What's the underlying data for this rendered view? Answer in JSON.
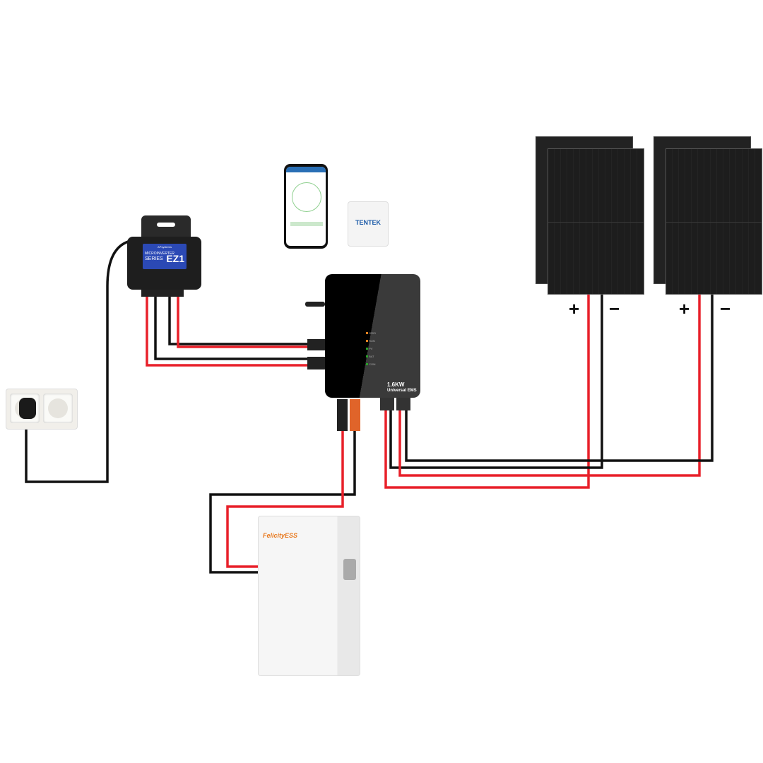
{
  "microinverter": {
    "brand": "APsystems",
    "series_line1": "MICROINVERTER",
    "series_line2": "SERIES",
    "model": "EZ1"
  },
  "ems": {
    "power": "1.6KW",
    "subtitle": "Universal EMS",
    "leds": [
      {
        "label": "GRID",
        "color": "#e08020"
      },
      {
        "label": "RUN",
        "color": "#e08020"
      },
      {
        "label": "PV",
        "color": "#2aa02a"
      },
      {
        "label": "BAT",
        "color": "#2aa02a"
      },
      {
        "label": "COM",
        "color": "#2aa02a"
      }
    ]
  },
  "dongle": {
    "brand": "TENTEK"
  },
  "battery": {
    "brand": "FelicityESS"
  },
  "panels": [
    {
      "plus": "+",
      "minus": "−"
    },
    {
      "plus": "+",
      "minus": "−"
    }
  ],
  "colors": {
    "positive_wire": "#e8202a",
    "negative_wire": "#111111",
    "label_blue": "#2b49b5"
  }
}
